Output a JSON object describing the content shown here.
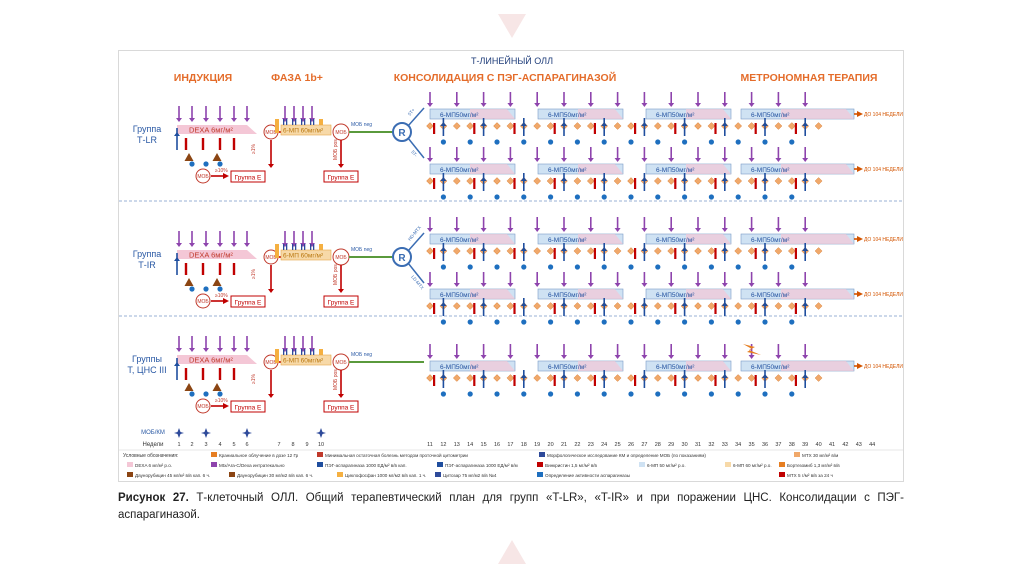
{
  "title": "Т-ЛИНЕЙНЫЙ ОЛЛ",
  "phases": [
    "ИНДУКЦИЯ",
    "ФАЗА 1b+",
    "КОНСОЛИДАЦИЯ С ПЭГ-АСПАРАГИНАЗОЙ",
    "МЕТРОНОМНАЯ ТЕРАПИЯ"
  ],
  "groups": [
    {
      "label": "Группа\nТ-LR",
      "dexa": "DEXA 6мг/м²",
      "top_branch": "5Т+",
      "bottom_branch": "5Т-"
    },
    {
      "label": "Группа\nТ-IR",
      "dexa": "DEXA 6мг/м²",
      "top_branch": "HD-MTX",
      "bottom_branch": "LD-MTX"
    },
    {
      "label": "Группы\nТ, ЦНС III",
      "dexa": "DEXA 6мг/м²",
      "top_branch": "",
      "bottom_branch": ""
    }
  ],
  "phase1b_text": "6-МП 60мг/м²",
  "mp50": "6-МП50мг/м²",
  "do104": "ДО 104 НЕДЕЛИ",
  "mob": "МОБ",
  "mob_neg": "МОБ neg",
  "mob_pos": "МОБ pos",
  "ge_10": "≥10%",
  "ge_30": "≥30%",
  "lt_1": "<1%",
  "ge_1": "≥1%",
  "group_e": "Группа Е",
  "R": "R",
  "mob_km": "МОБ/КМ",
  "weeks_label": "Недели",
  "weeks_ind": [
    "1",
    "2",
    "3",
    "4",
    "5",
    "6",
    "7",
    "8",
    "9",
    "10"
  ],
  "weeks_cons": [
    "11",
    "12",
    "13",
    "14",
    "15",
    "16",
    "17",
    "18",
    "19",
    "20",
    "21",
    "22",
    "23",
    "24",
    "25",
    "26",
    "27",
    "28",
    "29",
    "30",
    "31",
    "32",
    "33",
    "34",
    "35",
    "36",
    "37",
    "38",
    "39",
    "40",
    "41",
    "42",
    "43",
    "44"
  ],
  "legend": {
    "title": "Условные обозначения:",
    "items": [
      "Краниальное облучение в дозе 12 Гр",
      "Минимальная остаточная болезнь методом проточной цитометрии",
      "Морфологическое исследование КМ и определение МОБ (по показаниям)",
      "МТХ 30 мг/м² в/м",
      "DEXA 6 мг/м² р.о.",
      "Mtx/Ara-C/Dexa интратекально",
      "ПЭГ-аспарагиназа 1000 ЕД/м² в/в кап.",
      "ПЭГ-аспарагиназа 1000 ЕД/м² в/м",
      "Винкристин 1,5 мг/м² в/в",
      "6-МП 50 мг/м² р.о.",
      "6-МП 60 мг/м² р.о.",
      "Бортезомиб 1,3 мг/м² в/в",
      "Даунорубицин 45 мг/м² в/в кап. 6 ч.",
      "Даунорубицин 30 мг/м2 в/в кап. 6 ч.",
      "Циклофосфан 1000 мг/м2 в/в кап. 1 ч.",
      "Цитозар 75 мг/м2 в/в №4",
      "Определение активности аспарагиназы",
      "МТХ 5 г/м² в/в за 24 ч"
    ]
  },
  "caption_bold": "Рисунок 27.",
  "caption_text": " Т-клеточный ОЛЛ. Общий терапевтический план для групп «T-LR», «T-IR» и при поражении ЦНС. Консолидации с ПЭГ-аспарагиназой.",
  "colors": {
    "phase": "#e46c2a",
    "title": "#1f3d7a",
    "arrow_purple": "#8e44ad",
    "arrow_blue": "#1f4e9e",
    "arrow_red": "#c00000",
    "diamond": "#f0a86a",
    "dexa": "#f4c7d6",
    "mp": "#cfe2f3",
    "green": "#5a9a3c",
    "text_blue": "#2b5aa5"
  }
}
